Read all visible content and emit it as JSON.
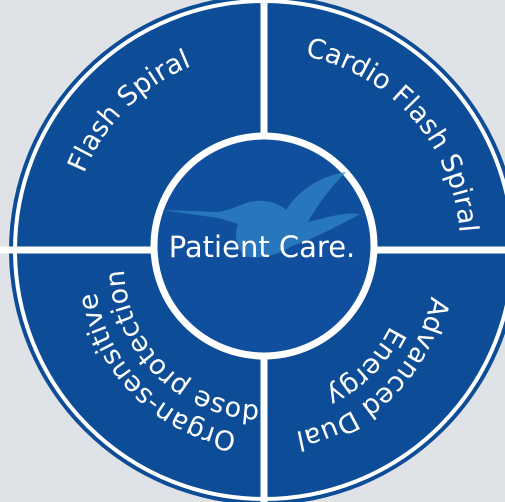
{
  "center": {
    "label": "Patient Care."
  },
  "segments": [
    {
      "label": "Flash Spiral"
    },
    {
      "label": "Cardio Flash Spiral"
    },
    {
      "label": "Advanced Dual"
    },
    {
      "label": "Energy"
    },
    {
      "label": "Organ-sensitive"
    },
    {
      "label": "dose protection"
    }
  ],
  "center_emblem": "hummingbird-icon",
  "colors": {
    "background": "#dfe2e7",
    "ring": "#0d4c96",
    "center": "#0f4f9e",
    "divider": "#ffffff",
    "emblem": "#2d7dc0"
  }
}
